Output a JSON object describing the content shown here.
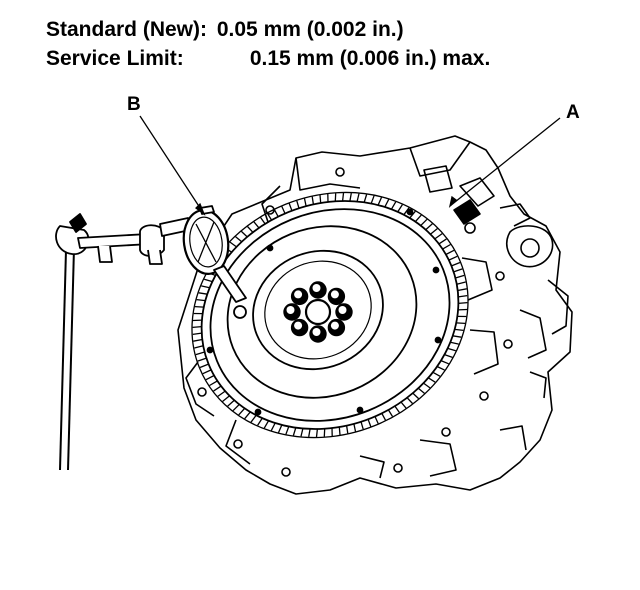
{
  "specs": [
    {
      "label": "Standard (New):",
      "value": "0.05 mm (0.002 in.)"
    },
    {
      "label": "Service Limit:",
      "value": "0.15 mm (0.006 in.) max."
    }
  ],
  "callouts": {
    "a": "A",
    "b": "B"
  }
}
